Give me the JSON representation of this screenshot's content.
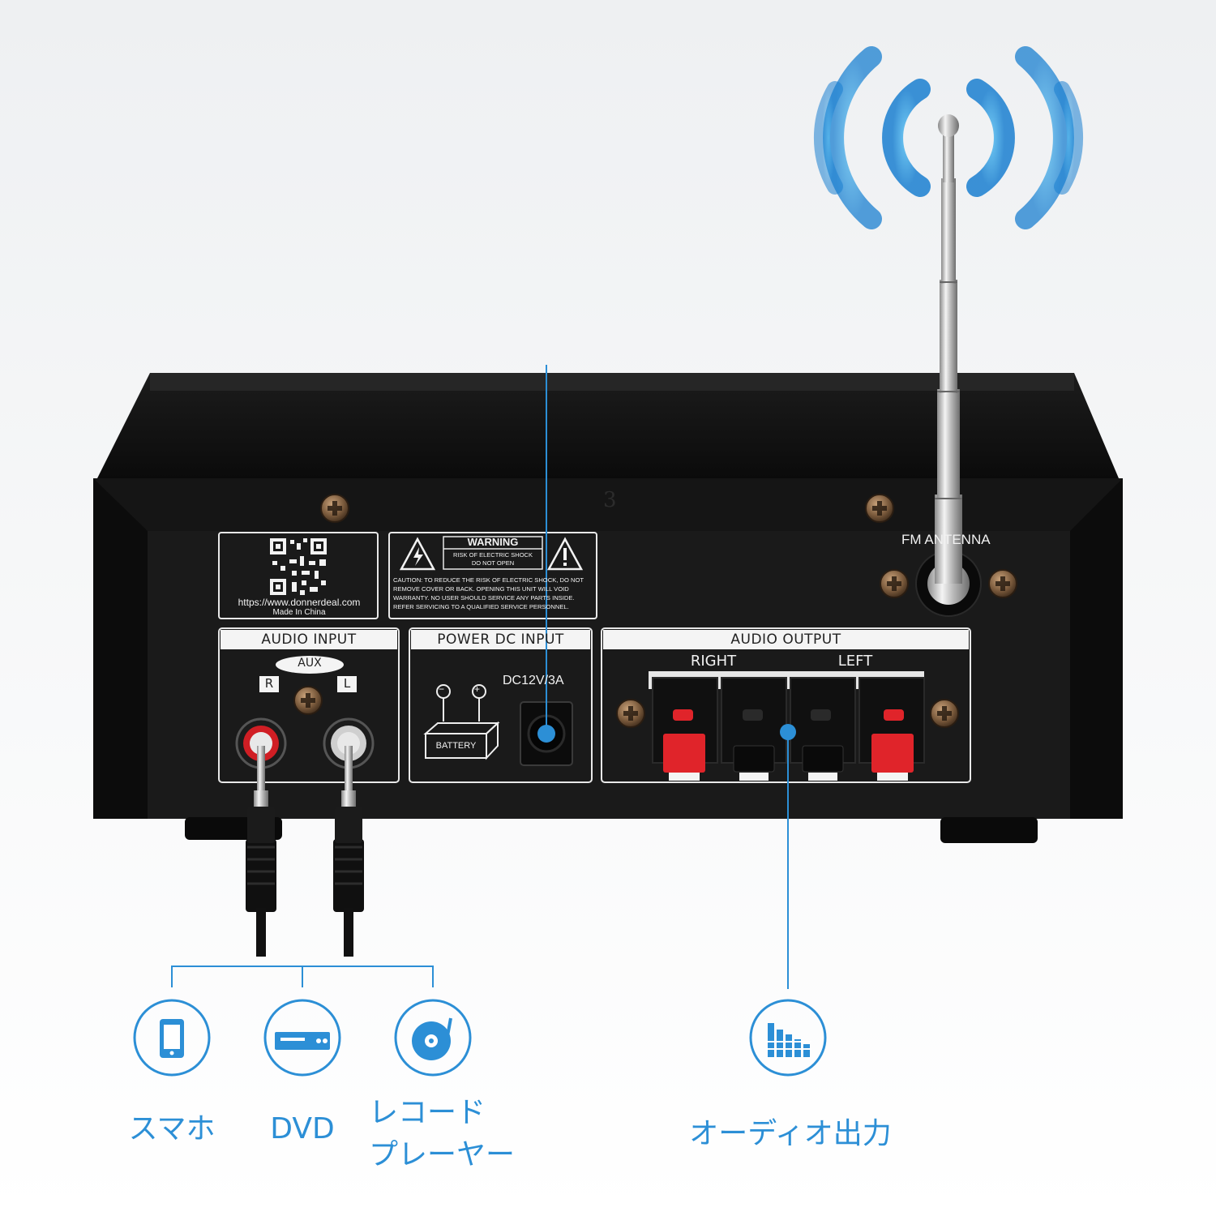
{
  "antenna": {
    "label": "FM ANTENNA"
  },
  "qr_label": {
    "url": "https://www.donnerdeal.com",
    "origin": "Made In China"
  },
  "warning_label": {
    "title": "WARNING",
    "sub1": "RISK OF ELECTRIC SHOCK",
    "sub2": "DO NOT OPEN",
    "caution": [
      "CAUTION: TO REDUCE THE RISK OF ELECTRIC SHOCK, DO NOT",
      "REMOVE COVER OR BACK. OPENING THIS UNIT WILL VOID",
      "WARRANTY. NO USER SHOULD SERVICE ANY PARTS INSIDE.",
      "REFER SERVICING TO A QUALIFIED SERVICE PERSONNEL."
    ]
  },
  "audio_input": {
    "title": "AUDIO INPUT",
    "aux": "AUX",
    "right": "R",
    "left": "L"
  },
  "power_input": {
    "title": "POWER DC INPUT",
    "rating": "DC12V/3A",
    "battery": "BATTERY",
    "minus": "−",
    "plus": "+"
  },
  "audio_output": {
    "title": "AUDIO OUTPUT",
    "right": "RIGHT",
    "left": "LEFT"
  },
  "case_mark": "3",
  "devices": [
    {
      "icon": "smartphone-icon",
      "label": "スマホ"
    },
    {
      "icon": "dvd-player-icon",
      "label": "DVD"
    },
    {
      "icon": "record-player-icon",
      "label": "レコード\nプレーヤー"
    }
  ],
  "output_device": {
    "icon": "equalizer-icon",
    "label": "オーディオ出力"
  },
  "colors": {
    "accent": "#2c8fd6",
    "chassis": "#151515",
    "speaker_red": "#e0242a"
  }
}
